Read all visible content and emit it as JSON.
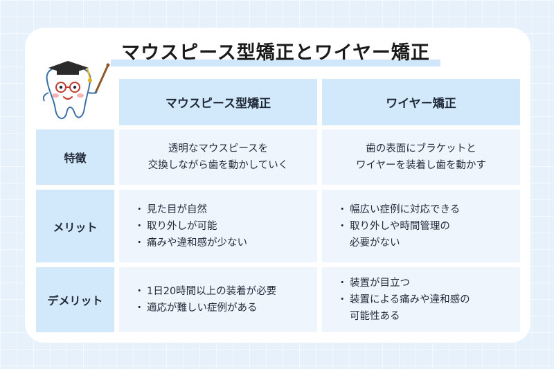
{
  "title": "マウスピース型矯正とワイヤー矯正",
  "columns": [
    "マウスピース型矯正",
    "ワイヤー矯正"
  ],
  "rows": [
    {
      "label": "特徴",
      "mouthpiece": [
        "透明なマウスピースを",
        "交換しながら歯を動かしていく"
      ],
      "wire": [
        "歯の表面にブラケットと",
        "ワイヤーを装着し歯を動かす"
      ]
    },
    {
      "label": "メリット",
      "mouthpiece": [
        "見た目が自然",
        "取り外しが可能",
        "痛みや違和感が少ない"
      ],
      "wire": [
        "幅広い症例に対応できる",
        "取り外しや時間管理の\n必要がない"
      ]
    },
    {
      "label": "デメリット",
      "mouthpiece": [
        "1日20時間以上の装着が必要",
        "適応が難しい症例がある"
      ],
      "wire": [
        "装置が目立つ",
        "装置による痛みや違和感の\n可能性ある"
      ]
    }
  ],
  "colors": {
    "background": "#e7f1fb",
    "header_cell": "#d2e8fb",
    "body_cell": "#eff5fc",
    "title_highlight": "#cfe6fb"
  },
  "icons": {
    "mascot": "tooth-teacher-mascot-icon"
  }
}
